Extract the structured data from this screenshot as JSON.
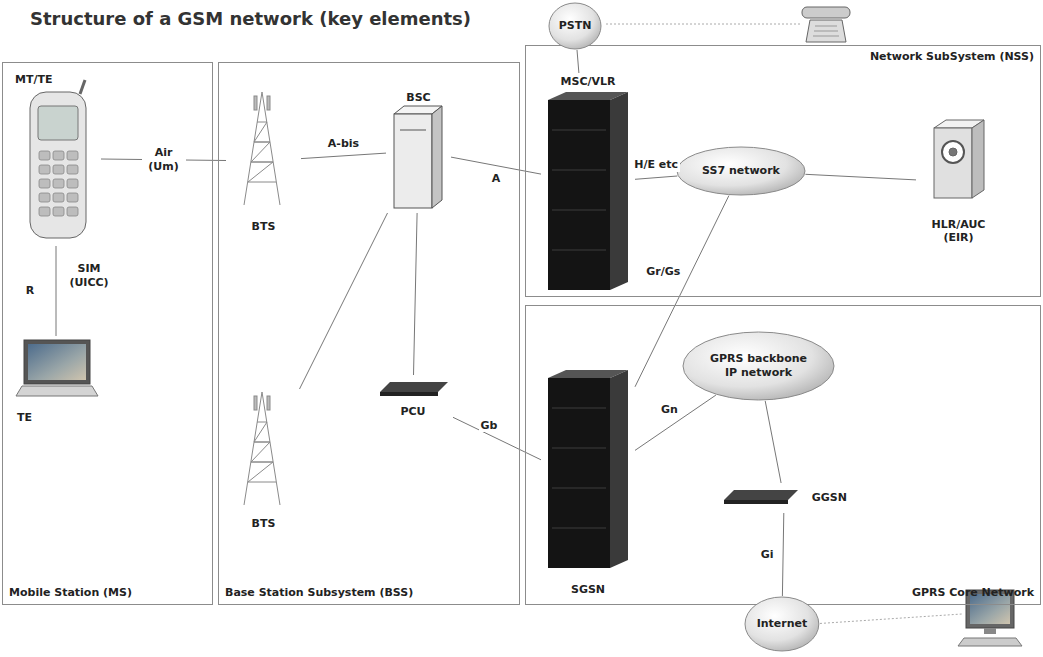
{
  "diagram": {
    "title": "Structure of a GSM network (key elements)",
    "nodes": [
      {
        "text": [
          "Mobile Station (MS)"
        ]
      },
      {
        "text": [
          "MT/TE"
        ],
        "in": 0
      },
      {
        "text": [
          "TE"
        ],
        "in": 0
      },
      {
        "text": [
          "Base Station Subsystem (BSS)"
        ]
      },
      {
        "text": [
          "BTS"
        ],
        "in": 3
      },
      {
        "text": [
          "BTS"
        ],
        "in": 3
      },
      {
        "text": [
          "BSC"
        ],
        "in": 3
      },
      {
        "text": [
          "PCU"
        ],
        "in": 3
      },
      {
        "text": [
          "PSTN"
        ]
      },
      {
        "text": [
          "Network SubSystem (NSS)"
        ]
      },
      {
        "text": [
          "MSC/VLR"
        ],
        "in": 9
      },
      {
        "text": [
          "SS7 network"
        ],
        "in": 9
      },
      {
        "text": [
          "HLR/AUC (EIR)"
        ],
        "in": 9
      },
      {
        "text": [
          "GPRS Core Network"
        ]
      },
      {
        "text": [
          "SGSN"
        ],
        "in": 13
      },
      {
        "text": [
          "GPRS backbone IP network"
        ],
        "in": 13
      },
      {
        "text": [
          "GGSN"
        ],
        "in": 13
      },
      {
        "text": [
          "Internet"
        ]
      }
    ],
    "edges": [
      {
        "from": 1,
        "to": 4,
        "label": "Air (Um)",
        "arrow": "none"
      },
      {
        "from": 1,
        "to": 2,
        "label": "R",
        "arrow": "none"
      },
      {
        "from": 4,
        "to": 6,
        "label": "A-bis",
        "arrow": "none"
      },
      {
        "from": 5,
        "to": 6,
        "arrow": "none"
      },
      {
        "from": 6,
        "to": 10,
        "label": "A",
        "arrow": "none"
      },
      {
        "from": 6,
        "to": 7,
        "arrow": "none"
      },
      {
        "from": 7,
        "to": 14,
        "label": "Gb",
        "arrow": "none"
      },
      {
        "from": 10,
        "to": 11,
        "label": "H/E etc",
        "arrow": "none"
      },
      {
        "from": 11,
        "to": 12,
        "arrow": "none"
      },
      {
        "from": 11,
        "to": 14,
        "label": "Gr/Gs",
        "arrow": "none"
      },
      {
        "from": 10,
        "to": 8,
        "arrow": "none"
      },
      {
        "from": 14,
        "to": 15,
        "label": "Gn",
        "arrow": "none"
      },
      {
        "from": 15,
        "to": 16,
        "arrow": "none"
      },
      {
        "from": 16,
        "to": 17,
        "label": "Gi",
        "arrow": "none"
      }
    ],
    "labels": [
      "SIM (UICC)"
    ]
  }
}
